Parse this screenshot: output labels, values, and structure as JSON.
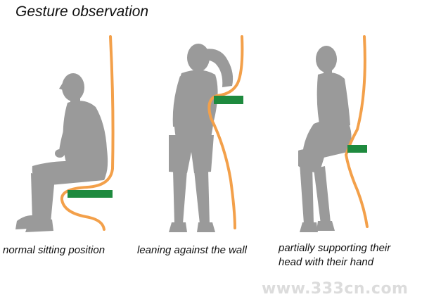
{
  "title": "Gesture observation",
  "colors": {
    "silhouette": "#9a9a9a",
    "wall": "#f3a04a",
    "support_block": "#1e8a3e"
  },
  "figures": [
    {
      "caption": [
        "normal sitting position"
      ]
    },
    {
      "caption": [
        "leaning against the wall"
      ]
    },
    {
      "caption": [
        "partially supporting their",
        "head with their hand"
      ]
    }
  ],
  "watermark": "www.333cn.com"
}
